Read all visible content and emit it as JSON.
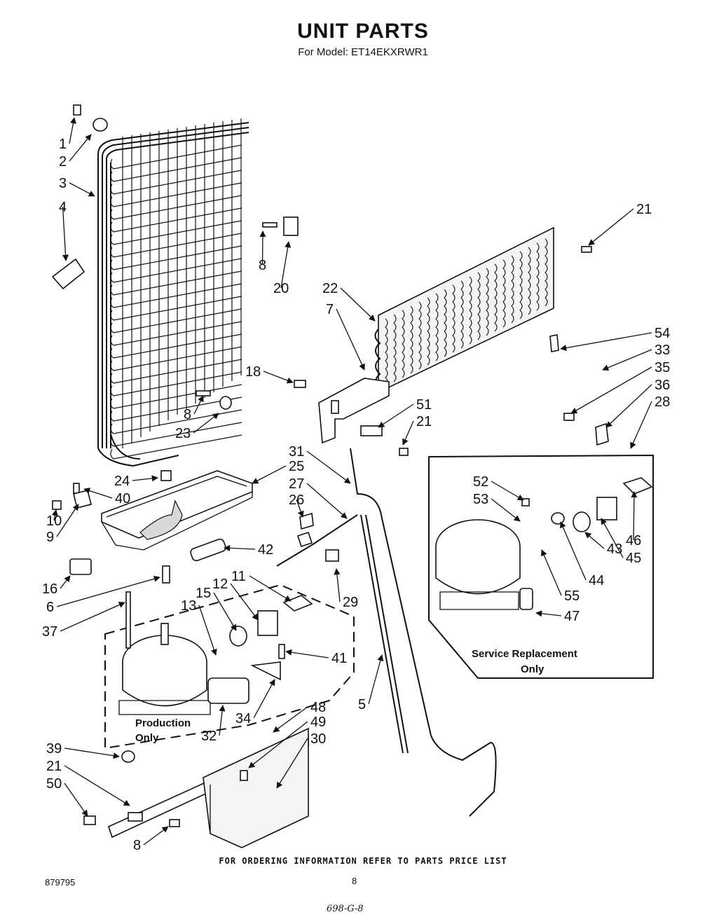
{
  "title": "UNIT PARTS",
  "subtitle": "For Model: ET14EKXRWR1",
  "footer": "FOR ORDERING INFORMATION REFER TO PARTS PRICE LIST",
  "doc_number": "879795",
  "page_number": "8",
  "handwritten_note": "698-G-8",
  "inset_label": [
    "Service Replacement",
    "Only"
  ],
  "production_label": [
    "Production",
    "Only"
  ],
  "callouts": {
    "c1": "1",
    "c2": "2",
    "c3": "3",
    "c4": "4",
    "c8a": "8",
    "c20": "20",
    "c21a": "21",
    "c22": "22",
    "c7": "7",
    "c54": "54",
    "c33": "33",
    "c35": "35",
    "c36": "36",
    "c28": "28",
    "c18": "18",
    "c51": "51",
    "c21b": "21",
    "c8b": "8",
    "c23": "23",
    "c31": "31",
    "c25": "25",
    "c27": "27",
    "c26": "26",
    "c24": "24",
    "c40": "40",
    "c10": "10",
    "c9": "9",
    "c42": "42",
    "c16": "16",
    "c11": "11",
    "c12": "12",
    "c15": "15",
    "c13": "13",
    "c6": "6",
    "c37": "37",
    "c29": "29",
    "c41": "41",
    "c5": "5",
    "c34": "34",
    "c32": "32",
    "c48": "48",
    "c49": "49",
    "c30": "30",
    "c39": "39",
    "c21c": "21",
    "c50": "50",
    "c8c": "8",
    "c52": "52",
    "c53": "53",
    "c46": "46",
    "c45": "45",
    "c43": "43",
    "c44": "44",
    "c55": "55",
    "c47": "47"
  }
}
